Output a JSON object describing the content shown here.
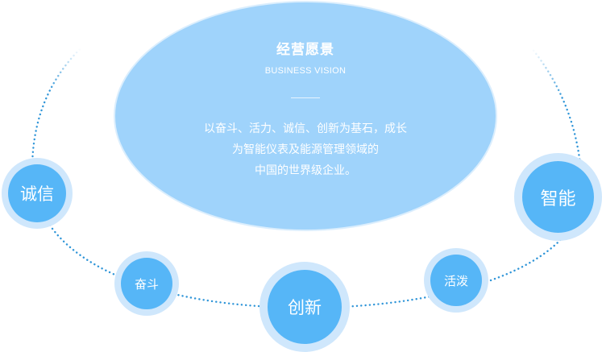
{
  "vision": {
    "title": "经营愿景",
    "subtitle": "BUSINESS VISION",
    "lines": [
      "以奋斗、活力、诚信、创新为基石，成长",
      "为智能仪表及能源管理领域的",
      "中国的世界级企业。"
    ]
  },
  "values": {
    "integrity": "诚信",
    "striving": "奋斗",
    "innovation": "创新",
    "vitality": "活泼",
    "intelligence": "智能"
  },
  "colors": {
    "ellipse": "#9fd3fb",
    "node_inner": "#56b6f7",
    "node_halo": "#cfe7fc",
    "dotted_ring": "#2f95d8"
  }
}
